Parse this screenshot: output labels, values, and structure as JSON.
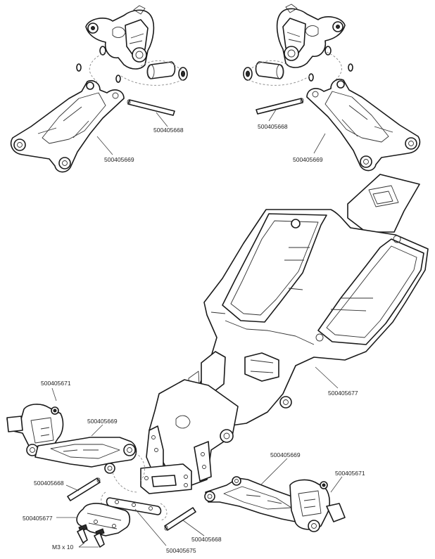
{
  "labels": {
    "pin_front_left": "500405668",
    "arm_front_left": "500405669",
    "pin_front_right": "500405668",
    "arm_front_right": "500405669",
    "chassis": "500405677",
    "hub_rear_left": "500405671",
    "arm_rear_left": "500405669",
    "pin_rear_left": "500405668",
    "bumper": "500405677",
    "screws": "M3 x 10",
    "bumper_plate": "500405675",
    "arm_rear_right": "500405669",
    "hub_rear_right": "500405671",
    "pin_rear_right": "500405668"
  }
}
